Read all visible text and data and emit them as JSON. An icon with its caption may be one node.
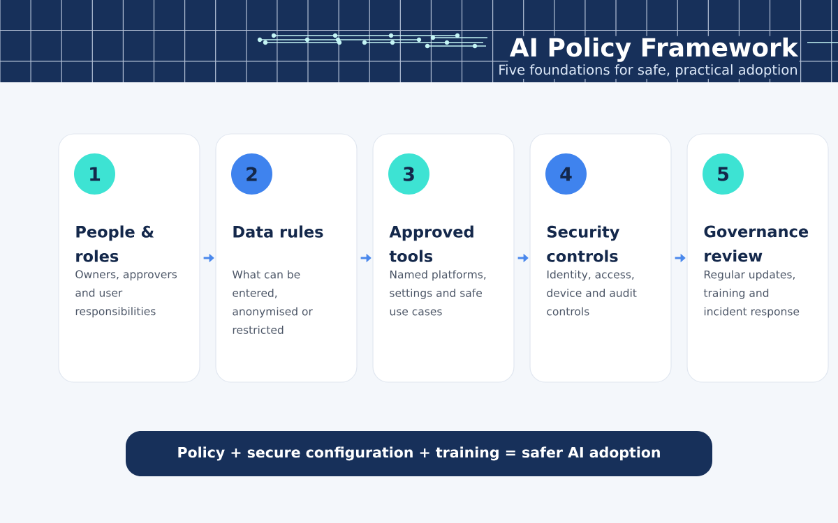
{
  "diagram": {
    "title": "AI Policy Framework",
    "nodes": [
      {
        "text": [
          "People & roles",
          "Owners, approvers and user responsibilities"
        ]
      },
      {
        "text": [
          "1"
        ],
        "in": 0
      },
      {
        "text": [
          "Data rules",
          "What can be entered, anonymised or restricted"
        ]
      },
      {
        "text": [
          "2"
        ],
        "in": 2
      },
      {
        "text": [
          "Approved tools",
          "Named platforms, settings and safe use cases"
        ]
      },
      {
        "text": [
          "3"
        ],
        "in": 4
      },
      {
        "text": [
          "Security controls",
          "Identity, access, device and audit controls"
        ]
      },
      {
        "text": [
          "4"
        ],
        "in": 6
      },
      {
        "text": [
          "Governance review",
          "Regular updates, training and incident response"
        ]
      },
      {
        "text": [
          "5"
        ],
        "in": 8
      },
      {
        "text": [
          "Policy + secure configuration + training = safer AI adoption"
        ]
      }
    ],
    "edges": [
      {
        "from": 0,
        "to": 2,
        "arrow": "to"
      },
      {
        "from": 2,
        "to": 4,
        "arrow": "to"
      },
      {
        "from": 4,
        "to": 6,
        "arrow": "to"
      },
      {
        "from": 6,
        "to": 8,
        "arrow": "to"
      }
    ],
    "labels": [
      "Five foundations for safe, practical adoption"
    ]
  }
}
